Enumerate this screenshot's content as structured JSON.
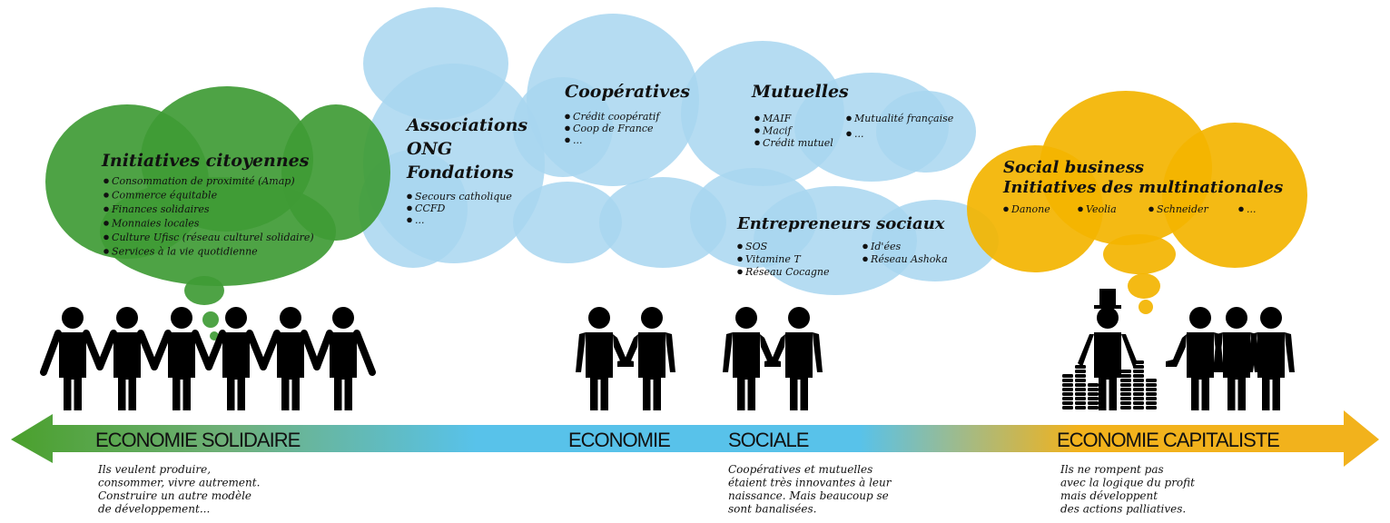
{
  "clouds": {
    "citizen": {
      "title": "Initiatives citoyennes",
      "items": [
        "Consommation de proximité (Amap)",
        "Commerce équitable",
        "Finances solidaires",
        "Monnaies locales",
        "Culture Ufisc (réseau culturel solidaire)",
        "Services à la vie quotidienne"
      ]
    },
    "associations": {
      "title_lines": [
        "Associations",
        "ONG",
        "Fondations"
      ],
      "items": [
        "Secours catholique",
        "CCFD",
        "..."
      ]
    },
    "cooperatives": {
      "title": "Coopératives",
      "items": [
        "Crédit coopératif",
        "Coop de France",
        "..."
      ]
    },
    "mutuelles": {
      "title": "Mutuelles",
      "items_left": [
        "MAIF",
        "Macif",
        "Crédit mutuel"
      ],
      "items_right": [
        "Mutualité française",
        "..."
      ]
    },
    "entrepreneurs": {
      "title": "Entrepreneurs sociaux",
      "items_left": [
        "SOS",
        "Vitamine T",
        "Réseau Cocagne"
      ],
      "items_right": [
        "Id'ées",
        "Réseau Ashoka"
      ]
    },
    "social_business": {
      "title_lines": [
        "Social business",
        "Initiatives des multinationales"
      ],
      "items": [
        "Danone",
        "Veolia",
        "Schneider",
        "..."
      ]
    }
  },
  "axis_labels": {
    "solidaire": "ECONOMIE SOLIDAIRE",
    "economie": "ECONOMIE",
    "sociale": "SOCIALE",
    "capitaliste": "ECONOMIE CAPITALISTE"
  },
  "notes": {
    "solidaire": [
      "Ils veulent produire,",
      "consommer, vivre autrement.",
      "Construire un autre modèle",
      "de développement..."
    ],
    "sociale": [
      "Coopératives et mutuelles",
      "étaient très innovantes à leur",
      "naissance. Mais beaucoup se",
      "sont banalisées."
    ],
    "capitaliste": [
      "Ils ne rompent pas",
      "avec la logique du profit",
      "mais développent",
      "des actions palliatives."
    ]
  },
  "colors": {
    "green": "#3f9b35",
    "light_blue": "#a8d6f0",
    "yellow": "#f3b400",
    "arrow_green": "#4aa02c",
    "arrow_blue": "#58c2ea",
    "arrow_yellow": "#f2b21c"
  },
  "icons": {
    "people": "person-silhouette-icon",
    "cloud_bullets": "bullet-dot-icon"
  }
}
